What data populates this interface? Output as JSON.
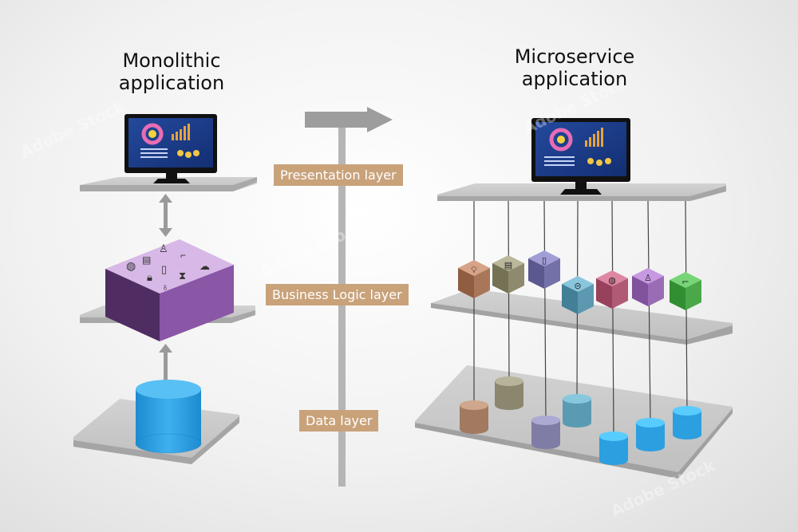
{
  "monolithic": {
    "title_line1": "Monolithic",
    "title_line2": "application"
  },
  "microservice": {
    "title_line1": "Microservice",
    "title_line2": "application"
  },
  "layers": {
    "presentation": "Presentation layer",
    "business": "Business Logic layer",
    "data": "Data layer"
  },
  "stock_id": "435561618",
  "watermark": "Adobe Stock",
  "colors": {
    "label_bg": "#c9a27a",
    "monolith_top": "#d7b8e6",
    "monolith_side": "#6d3f82",
    "db_blue": "#2b9fe0",
    "arrow_gray": "#b5b5b5",
    "screen_blue": "#1a3d8f"
  },
  "services": [
    {
      "icon": "lightbulb-icon",
      "color": "#a9765a"
    },
    {
      "icon": "document-icon",
      "color": "#8e8a6d"
    },
    {
      "icon": "smartphone-icon",
      "color": "#7470a8"
    },
    {
      "icon": "lock-icon",
      "color": "#5c98b0"
    },
    {
      "icon": "globe-icon",
      "color": "#b05a75"
    },
    {
      "icon": "user-icon",
      "color": "#9a6cb5"
    },
    {
      "icon": "desk-lamp-icon",
      "color": "#4aa84a"
    }
  ],
  "databases": [
    {
      "color": "#a17a60"
    },
    {
      "color": "#8a876e"
    },
    {
      "color": "#7f7ca6"
    },
    {
      "color": "#5b9bb2"
    },
    {
      "color": "#2b9fe0"
    },
    {
      "color": "#2b9fe0"
    },
    {
      "color": "#2b9fe0"
    }
  ]
}
